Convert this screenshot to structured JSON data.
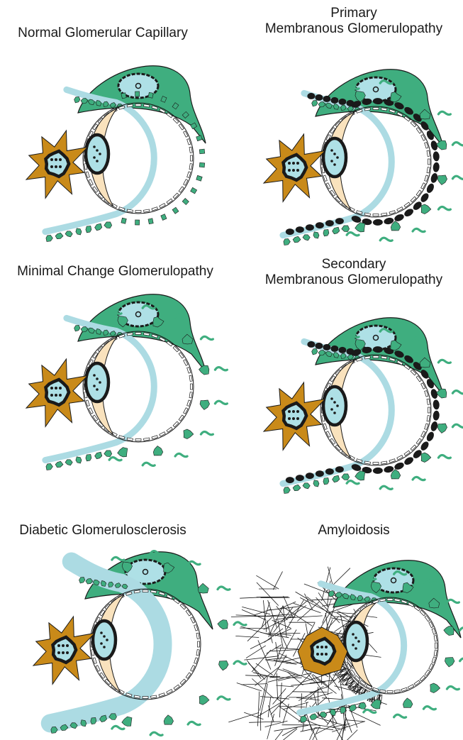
{
  "panels": [
    {
      "key": "normal",
      "title_lines": [
        "Normal Glomerular Capillary"
      ]
    },
    {
      "key": "pmg",
      "title_lines": [
        "Primary",
        "Membranous Glomerulopathy"
      ]
    },
    {
      "key": "mcg",
      "title_lines": [
        "Minimal Change Glomerulopathy"
      ]
    },
    {
      "key": "smg",
      "title_lines": [
        "Secondary",
        "Membranous Glomerulopathy"
      ]
    },
    {
      "key": "dgs",
      "title_lines": [
        "Diabetic Glomerulosclerosis"
      ]
    },
    {
      "key": "amy",
      "title_lines": [
        "Amyloidosis"
      ]
    }
  ],
  "colors": {
    "podocyte": "#3fae7f",
    "nucleus_fill": "#aee0e6",
    "outline": "#1a1a1a",
    "mesangial": "#c98a19",
    "endothelial": "#f9e2bd",
    "gbm": "#acdbe3",
    "deposit": "#1a1a1a",
    "amyloid": "#1a1a1a"
  }
}
